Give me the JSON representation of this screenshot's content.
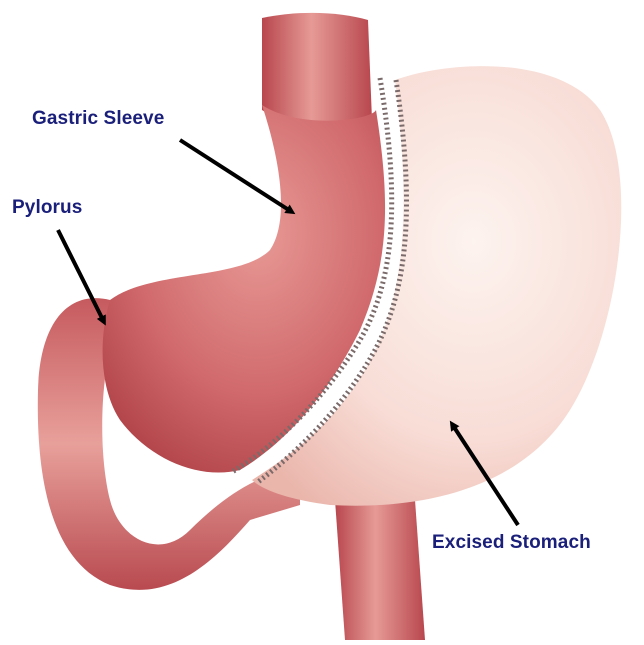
{
  "labels": {
    "gastric_sleeve": "Gastric Sleeve",
    "pylorus": "Pylorus",
    "excised_stomach": "Excised Stomach"
  },
  "colors": {
    "label_text": "#1a1f7a",
    "arrow": "#000000",
    "tissue_dark": "#b8474e",
    "tissue_mid": "#cf6a6c",
    "tissue_light": "#e69a96",
    "excised_light": "#fbe9e4",
    "excised_mid": "#f3c9c0",
    "staple_line": "#7a6a6a"
  }
}
